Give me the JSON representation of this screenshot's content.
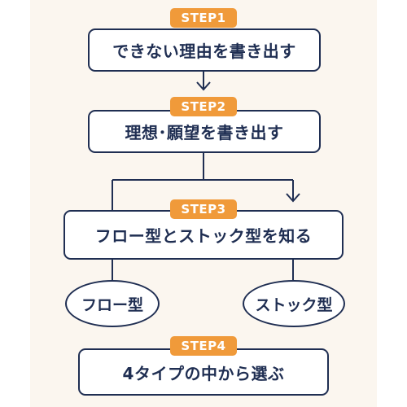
{
  "colors": {
    "navy": "#1f2e52",
    "orange": "#f09a3a",
    "background": "#fbf6ef",
    "box_fill": "#ffffff"
  },
  "steps": [
    {
      "badge": "STEP1",
      "label": "できない理由を書き出す"
    },
    {
      "badge": "STEP2",
      "label": "理想･願望を書き出す"
    },
    {
      "badge": "STEP3",
      "label": "フロー型とストック型を知る"
    },
    {
      "badge": "STEP4",
      "label": "4タイプの中から選ぶ"
    }
  ],
  "types": [
    {
      "label": "フロー型"
    },
    {
      "label": "ストック型"
    }
  ]
}
